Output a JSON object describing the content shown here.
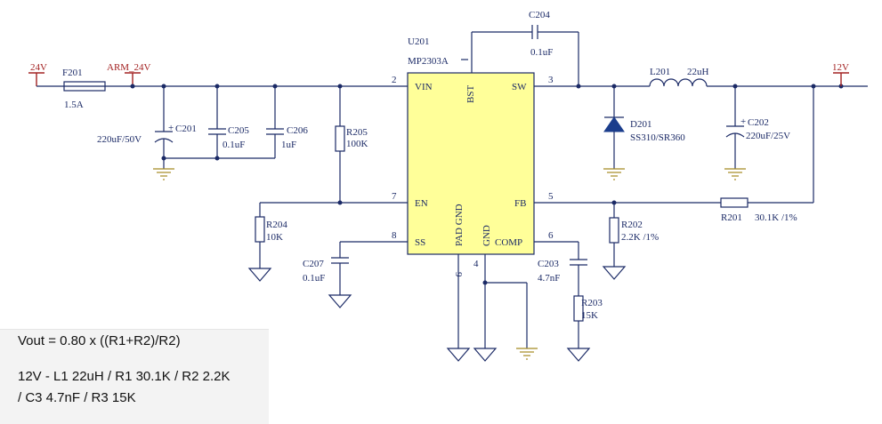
{
  "colors": {
    "wire": "#1b2a66",
    "power": "#a32222",
    "ground": "#a58a22",
    "ic_fill": "#ffff99",
    "diode": "#1b3d8c"
  },
  "nets": {
    "vin": "24V",
    "arm": "ARM_24V",
    "vout": "12V"
  },
  "ic": {
    "ref": "U201",
    "part": "MP2303A",
    "pins": {
      "vin": {
        "num": "2",
        "name": "VIN"
      },
      "bst": {
        "num": "",
        "name": "BST"
      },
      "sw": {
        "num": "3",
        "name": "SW"
      },
      "en": {
        "num": "7",
        "name": "EN"
      },
      "fb": {
        "num": "5",
        "name": "FB"
      },
      "ss": {
        "num": "8",
        "name": "SS"
      },
      "comp": {
        "num": "6",
        "name": "COMP"
      },
      "pad": {
        "num": "9",
        "name": "PAD GND"
      },
      "gnd": {
        "num": "4",
        "name": "GND"
      }
    }
  },
  "components": {
    "f201": {
      "ref": "F201",
      "value": "1.5A"
    },
    "c201": {
      "ref": "C201",
      "value": "220uF/50V"
    },
    "c205": {
      "ref": "C205",
      "value": "0.1uF"
    },
    "c206": {
      "ref": "C206",
      "value": "1uF"
    },
    "r205": {
      "ref": "R205",
      "value": "100K"
    },
    "r204": {
      "ref": "R204",
      "value": "10K"
    },
    "c207": {
      "ref": "C207",
      "value": "0.1uF"
    },
    "c204": {
      "ref": "C204",
      "value": "0.1uF"
    },
    "l201": {
      "ref": "L201",
      "value": "22uH"
    },
    "d201": {
      "ref": "D201",
      "value": "SS310/SR360"
    },
    "c202": {
      "ref": "C202",
      "value": "220uF/25V"
    },
    "r201": {
      "ref": "R201",
      "value": "30.1K /1%"
    },
    "r202": {
      "ref": "R202",
      "value": "2.2K /1%"
    },
    "c203": {
      "ref": "C203",
      "value": "4.7nF"
    },
    "r203": {
      "ref": "R203",
      "value": "15K"
    }
  },
  "polarity_mark": "+",
  "notes": {
    "formula": "Vout = 0.80 x ((R1+R2)/R2)",
    "line2": "12V - L1 22uH / R1 30.1K / R2 2.2K",
    "line3": "/ C3 4.7nF / R3 15K"
  }
}
